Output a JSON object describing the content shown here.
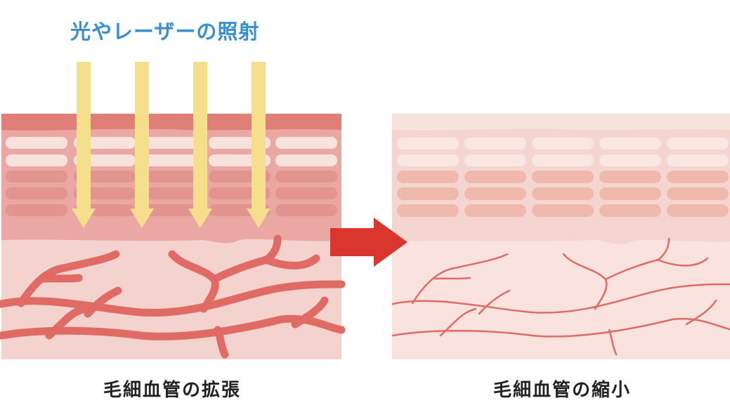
{
  "title": "光やレーザーの照射",
  "panels": [
    {
      "caption": "毛細血管の拡張",
      "state": "dilated"
    },
    {
      "caption": "毛細血管の縮小",
      "state": "constricted"
    }
  ],
  "colors": {
    "title": "#3a8fce",
    "light_arrow": "#f6df8c",
    "transition_arrow": "#d9362e",
    "vessel": "#e06a64"
  }
}
